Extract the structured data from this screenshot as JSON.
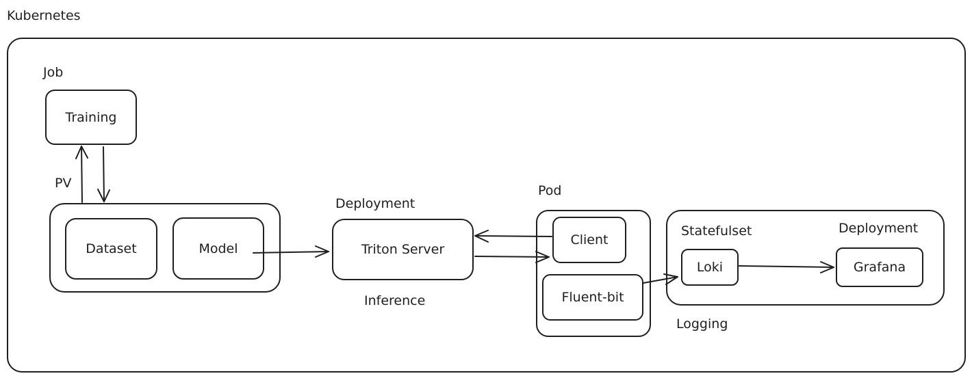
{
  "diagram": {
    "cluster_label": "Kubernetes",
    "job_label": "Job",
    "training": "Training",
    "pv_label": "PV",
    "dataset": "Dataset",
    "model": "Model",
    "deployment_label_triton": "Deployment",
    "triton_server": "Triton Server",
    "inference_label": "Inference",
    "pod_label": "Pod",
    "client": "Client",
    "fluent_bit": "Fluent-bit",
    "statefulset_label": "Statefulset",
    "deployment_label_grafana": "Deployment",
    "loki": "Loki",
    "grafana": "Grafana",
    "logging_label": "Logging"
  },
  "colors": {
    "stroke": "#1e1e1e",
    "background": "#ffffff"
  }
}
